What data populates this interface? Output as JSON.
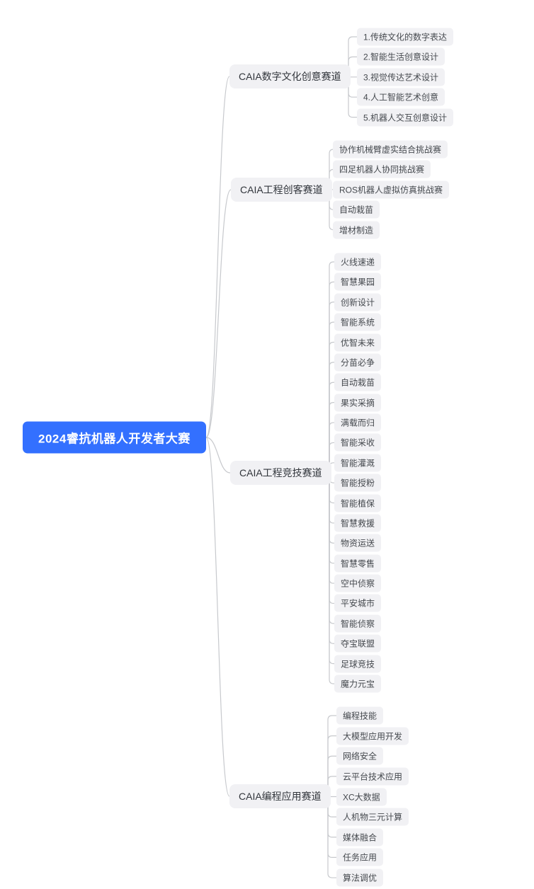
{
  "root": {
    "label": "2024睿抗机器人开发者大赛"
  },
  "branches": [
    {
      "label": "CAIA数字文化创意赛道",
      "children": [
        "1.传统文化的数字表达",
        "2.智能生活创意设计",
        "3.视觉传达艺术设计",
        "4.人工智能艺术创意",
        "5.机器人交互创意设计"
      ]
    },
    {
      "label": "CAIA工程创客赛道",
      "children": [
        "协作机械臂虚实结合挑战赛",
        "四足机器人协同挑战赛",
        "ROS机器人虚拟仿真挑战赛",
        "自动栽苗",
        "增材制造"
      ]
    },
    {
      "label": "CAIA工程竞技赛道",
      "children": [
        "火线速递",
        "智慧果园",
        "创新设计",
        "智能系统",
        "优智未来",
        "分苗必争",
        "自动栽苗",
        "果实采摘",
        "满载而归",
        "智能采收",
        "智能灌溉",
        "智能授粉",
        "智能植保",
        "智慧救援",
        "物资运送",
        "智慧零售",
        "空中侦察",
        "平安城市",
        "智能侦察",
        "夺宝联盟",
        "足球竞技",
        "魔力元宝"
      ]
    },
    {
      "label": "CAIA编程应用赛道",
      "children": [
        "编程技能",
        "大模型应用开发",
        "网络安全",
        "云平台技术应用",
        "XC大数据",
        "人机物三元计算",
        "媒体融合",
        "任务应用",
        "算法调优"
      ]
    }
  ],
  "colors": {
    "root_bg": "#3370ff",
    "root_text": "#ffffff",
    "node_bg": "#f1f1f4",
    "branch_text": "#31353b",
    "leaf_text": "#45494e",
    "line": "#c7c9cd"
  }
}
